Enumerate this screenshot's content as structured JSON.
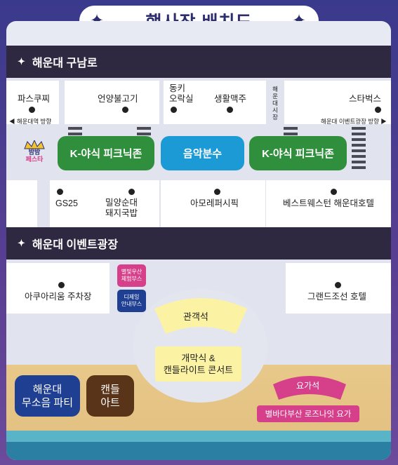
{
  "title": "행사장 배치도",
  "title_star": "✦",
  "sections": {
    "top_road": "해운대 구남로",
    "event_plaza": "해운대 이벤트광장",
    "spark": "✦"
  },
  "places": {
    "paskucci": "파스쿠찌",
    "eonyang": "언양불고기",
    "dongki_1": "동키",
    "dongki_2": "오락실",
    "saenghwal": "생활맥주",
    "sijang": "해\n운\n대\n시\n장",
    "starbucks": "스타벅스",
    "gs25": "GS25",
    "miryang_1": "밀양순대",
    "miryang_2": "돼지국밥",
    "amore": "아모레퍼시픽",
    "bestwestern": "베스트웨스턴 해운대호텔",
    "aquarium": "아쿠아리움 주차장",
    "grand_josun": "그랜드조선 호텔"
  },
  "directions": {
    "left": "◀ 해운대역 방향",
    "right": "해운대 이벤트광장 방향 ▶"
  },
  "zones": {
    "k_picnic_left": "K-야식 피크닉존",
    "music_fountain": "음악분수",
    "k_picnic_right": "K-야식 피크닉존",
    "seats": "관객석",
    "opening_1": "개막식 &",
    "opening_2": "캔들라이트 콘서트",
    "silent_party_1": "해운대",
    "silent_party_2": "무소음 파티",
    "candle_art_1": "캔들",
    "candle_art_2": "아트",
    "yoga_area": "요가석",
    "rose_yoga": "별바다부산 로즈나잇 요가"
  },
  "booths": {
    "umbrella_1": "별빛우산",
    "umbrella_2": "체험부스",
    "info_1": "디제잉",
    "info_2": "안내부스"
  },
  "logo": {
    "line1": "밤밤",
    "line2": "페스타"
  },
  "colors": {
    "green": "#2f8f3c",
    "blue": "#1c9ad6",
    "pink": "#d63f8a",
    "navy": "#1f3f93",
    "brown": "#5a3418",
    "yellow": "#fbf2a3",
    "dark_bar": "#2e2840"
  }
}
